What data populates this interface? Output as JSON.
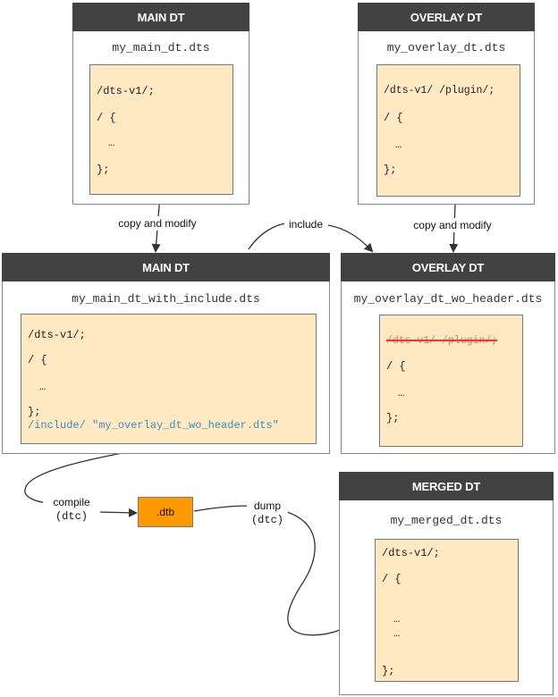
{
  "colors": {
    "header_bg": "#424242",
    "code_bg": "#ffe9c2",
    "dtb_bg": "#ff9900",
    "include_text": "#3a8fbf",
    "strikethrough": "#e57373"
  },
  "panels": {
    "main_top": {
      "title": "MAIN DT",
      "filename": "my_main_dt.dts",
      "lines": [
        "/dts-v1/;",
        "/ {",
        "…",
        "};"
      ]
    },
    "overlay_top": {
      "title": "OVERLAY DT",
      "filename": "my_overlay_dt.dts",
      "lines": [
        "/dts-v1/ /plugin/;",
        "/ {",
        "…",
        "};"
      ]
    },
    "main_mid": {
      "title": "MAIN DT",
      "filename": "my_main_dt_with_include.dts",
      "lines": [
        "/dts-v1/;",
        "/ {",
        "…",
        "};"
      ],
      "include_line": "/include/ \"my_overlay_dt_wo_header.dts\""
    },
    "overlay_mid": {
      "title": "OVERLAY DT",
      "filename": "my_overlay_dt_wo_header.dts",
      "struck_line": "/dts-v1/ /plugin/;",
      "lines": [
        "/ {",
        "…",
        "};"
      ]
    },
    "merged": {
      "title": "MERGED DT",
      "filename": "my_merged_dt.dts",
      "lines": [
        "/dts-v1/;",
        "/ {",
        "…",
        "…",
        "};"
      ]
    }
  },
  "edges": {
    "copy_modify_left": "copy and modify",
    "copy_modify_right": "copy and modify",
    "include": "include",
    "compile": "compile",
    "compile_tool": "(dtc)",
    "dump": "dump",
    "dump_tool": "(dtc)"
  },
  "dtb_label": ".dtb"
}
